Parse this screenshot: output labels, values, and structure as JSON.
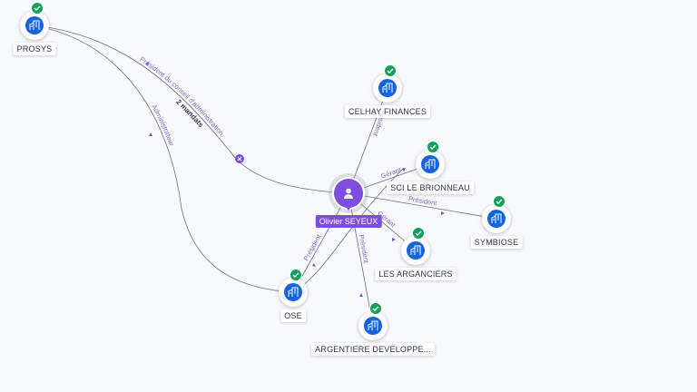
{
  "person": {
    "name": "Olivier SEYEUX",
    "icon": "person-icon",
    "color": "#7c4dde"
  },
  "companies": [
    {
      "id": "prosys",
      "name": "PROSYS",
      "icon": "building-icon",
      "verified": true
    },
    {
      "id": "celhay",
      "name": "CELHAY FINANCES",
      "icon": "building-icon",
      "verified": true
    },
    {
      "id": "sci",
      "name": "SCI LE BRIONNEAU",
      "icon": "building-icon",
      "verified": true
    },
    {
      "id": "symbiose",
      "name": "SYMBIOSE",
      "icon": "building-icon",
      "verified": true
    },
    {
      "id": "arganciers",
      "name": "LES ARGANCIERS",
      "icon": "building-icon",
      "verified": true
    },
    {
      "id": "ose",
      "name": "OSE",
      "icon": "building-icon",
      "verified": true
    },
    {
      "id": "argentiere",
      "name": "ARGENTIERE DEVELOPPE...",
      "icon": "building-icon",
      "verified": true
    }
  ],
  "edges": {
    "prosys_president": "Président du conseil d'administration",
    "prosys_mandates": "2 mandats",
    "prosys_ose": "Administrateur",
    "celhay": "Président",
    "sci": "Gérant",
    "symbiose": "Président",
    "arganciers": "Gérant",
    "ose": "Président",
    "argentiere": "Président"
  },
  "colors": {
    "company": "#1464e0",
    "verified": "#13a05a",
    "edge_label": "#7d6ec9",
    "edge_line": "#6b6f7a"
  }
}
